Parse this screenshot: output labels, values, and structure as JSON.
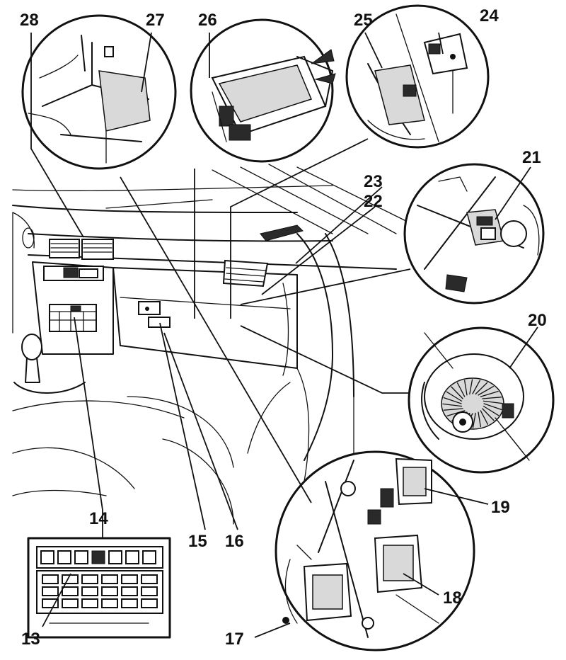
{
  "labels": {
    "n13": "13",
    "n14": "14",
    "n15": "15",
    "n16": "16",
    "n17": "17",
    "n18": "18",
    "n19": "19",
    "n20": "20",
    "n21": "21",
    "n22": "22",
    "n23": "23",
    "n24": "24",
    "n25": "25",
    "n26": "26",
    "n27": "27",
    "n28": "28"
  }
}
